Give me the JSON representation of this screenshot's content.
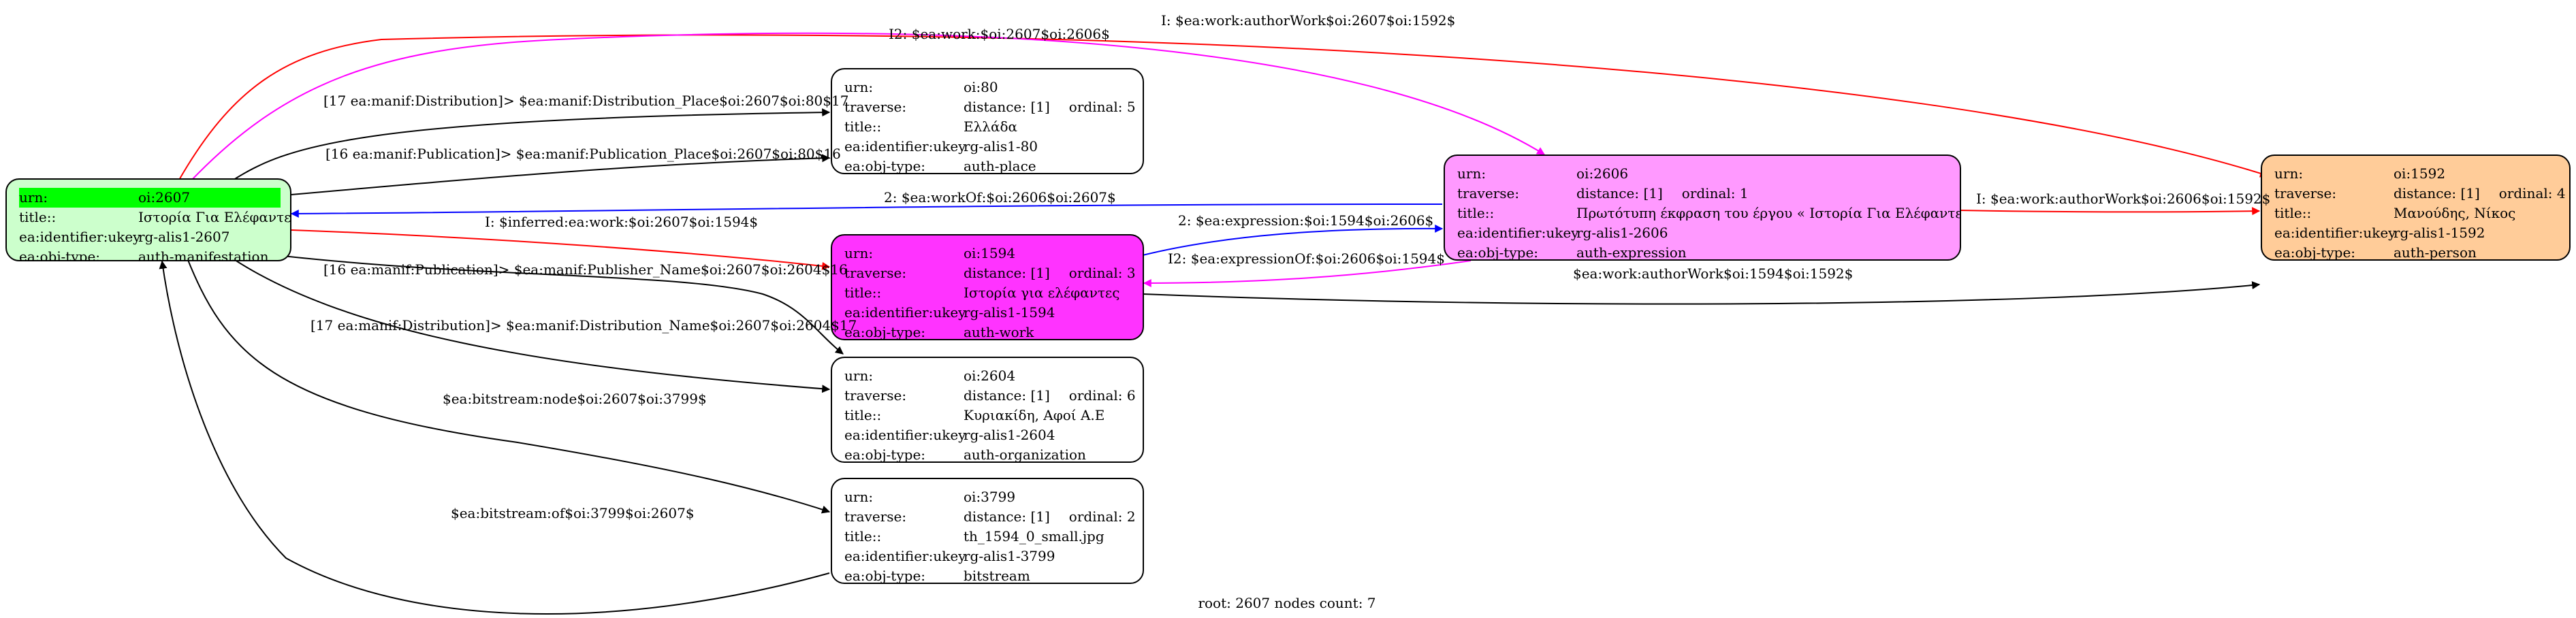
{
  "nodes": {
    "n2607": {
      "highlight_first": true,
      "color": "#ccffcc",
      "rows": [
        {
          "k": "urn:",
          "v": "oi:2607"
        },
        {
          "k": "title::",
          "v": "Ιστορία Για Ελέφαντες"
        },
        {
          "k": "ea:identifier:ukey",
          "v": "rg-alis1-2607"
        },
        {
          "k": "ea:obj-type:",
          "v": "auth-manifestation"
        }
      ]
    },
    "n80": {
      "color": "#ffffff",
      "rows": [
        {
          "k": "urn:",
          "v": "oi:80"
        },
        {
          "k": "traverse:",
          "v": "distance: [1]",
          "v2": "ordinal: 5"
        },
        {
          "k": "title::",
          "v": "Ελλάδα"
        },
        {
          "k": "ea:identifier:ukey",
          "v": "rg-alis1-80"
        },
        {
          "k": "ea:obj-type:",
          "v": "auth-place"
        }
      ]
    },
    "n1594": {
      "color": "#ff33ff",
      "rows": [
        {
          "k": "urn:",
          "v": "oi:1594"
        },
        {
          "k": "traverse:",
          "v": "distance: [1]",
          "v2": "ordinal: 3"
        },
        {
          "k": "title::",
          "v": "Ιστορία για ελέφαντες"
        },
        {
          "k": "ea:identifier:ukey",
          "v": "rg-alis1-1594"
        },
        {
          "k": "ea:obj-type:",
          "v": "auth-work"
        }
      ]
    },
    "n2604": {
      "color": "#ffffff",
      "rows": [
        {
          "k": "urn:",
          "v": "oi:2604"
        },
        {
          "k": "traverse:",
          "v": "distance: [1]",
          "v2": "ordinal: 6"
        },
        {
          "k": "title::",
          "v": "Κυριακίδη, Αφοί Α.Ε"
        },
        {
          "k": "ea:identifier:ukey",
          "v": "rg-alis1-2604"
        },
        {
          "k": "ea:obj-type:",
          "v": "auth-organization"
        }
      ]
    },
    "n3799": {
      "color": "#ffffff",
      "rows": [
        {
          "k": "urn:",
          "v": "oi:3799"
        },
        {
          "k": "traverse:",
          "v": "distance: [1]",
          "v2": "ordinal: 2"
        },
        {
          "k": "title::",
          "v": "th_1594_0_small.jpg"
        },
        {
          "k": "ea:identifier:ukey",
          "v": "rg-alis1-3799"
        },
        {
          "k": "ea:obj-type:",
          "v": "bitstream"
        }
      ]
    },
    "n2606": {
      "color": "#ff99ff",
      "rows": [
        {
          "k": "urn:",
          "v": "oi:2606"
        },
        {
          "k": "traverse:",
          "v": "distance: [1]",
          "v2": "ordinal: 1"
        },
        {
          "k": "title::",
          "v": "Πρωτότυπη έκφραση του έργου « Ιστορία Για Ελέφαντες »"
        },
        {
          "k": "ea:identifier:ukey",
          "v": "rg-alis1-2606"
        },
        {
          "k": "ea:obj-type:",
          "v": "auth-expression"
        }
      ]
    },
    "n1592": {
      "color": "#ffcc99",
      "rows": [
        {
          "k": "urn:",
          "v": "oi:1592"
        },
        {
          "k": "traverse:",
          "v": "distance: [1]",
          "v2": "ordinal: 4"
        },
        {
          "k": "title::",
          "v": "Μανούδης, Νίκος"
        },
        {
          "k": "ea:identifier:ukey",
          "v": "rg-alis1-1592"
        },
        {
          "k": "ea:obj-type:",
          "v": "auth-person"
        }
      ]
    }
  },
  "edges": {
    "e_author_2607": {
      "label": "I: $ea:work:authorWork$oi:2607$oi:1592$",
      "color": "#ff0000"
    },
    "e_work_2607": {
      "label": "I2: $ea:work:$oi:2607$oi:2606$",
      "color": "#ff00ff"
    },
    "e_dist_place": {
      "label": "[17 ea:manif:Distribution]> $ea:manif:Distribution_Place$oi:2607$oi:80$17",
      "color": "#000000"
    },
    "e_pub_place": {
      "label": "[16 ea:manif:Publication]> $ea:manif:Publication_Place$oi:2607$oi:80$16",
      "color": "#000000"
    },
    "e_workof": {
      "label": "2: $ea:workOf:$oi:2606$oi:2607$",
      "color": "#0000ff"
    },
    "e_inferred": {
      "label": "I: $inferred:ea:work:$oi:2607$oi:1594$",
      "color": "#ff0000"
    },
    "e_expression": {
      "label": "2: $ea:expression:$oi:1594$oi:2606$",
      "color": "#0000ff"
    },
    "e_expressionof": {
      "label": "I2: $ea:expressionOf:$oi:2606$oi:1594$",
      "color": "#ff00ff"
    },
    "e_author_2606": {
      "label": "I: $ea:work:authorWork$oi:2606$oi:1592$",
      "color": "#ff0000"
    },
    "e_author_1594": {
      "label": "$ea:work:authorWork$oi:1594$oi:1592$",
      "color": "#000000"
    },
    "e_publisher": {
      "label": "[16 ea:manif:Publication]> $ea:manif:Publisher_Name$oi:2607$oi:2604$16",
      "color": "#000000"
    },
    "e_dist_name": {
      "label": "[17 ea:manif:Distribution]> $ea:manif:Distribution_Name$oi:2607$oi:2604$17",
      "color": "#000000"
    },
    "e_bitstream_node": {
      "label": "$ea:bitstream:node$oi:2607$oi:3799$",
      "color": "#000000"
    },
    "e_bitstream_of": {
      "label": "$ea:bitstream:of$oi:3799$oi:2607$",
      "color": "#000000"
    }
  },
  "footer": "root: 2607 nodes count: 7"
}
